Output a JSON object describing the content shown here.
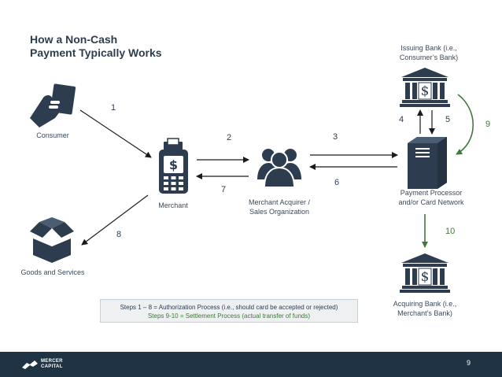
{
  "title": {
    "line1": "How a Non-Cash",
    "line2": "Payment Typically Works"
  },
  "nodes": {
    "consumer": {
      "label": "Consumer",
      "icon": "card-hand-icon"
    },
    "merchant": {
      "label": "Merchant",
      "icon": "pos-terminal-icon"
    },
    "acquirer": {
      "label_line1": "Merchant Acquirer /",
      "label_line2": "Sales Organization",
      "icon": "people-group-icon"
    },
    "processor": {
      "label_line1": "Payment Processor",
      "label_line2": "and/or Card Network",
      "icon": "server-icon"
    },
    "issuing_bank": {
      "label_line1": "Issuing Bank (i.e.,",
      "label_line2": "Consumer’s Bank)",
      "icon": "bank-icon"
    },
    "acquiring_bank": {
      "label_line1": "Acquiring Bank (i.e.,",
      "label_line2": "Merchant’s Bank)",
      "icon": "bank-icon"
    },
    "goods": {
      "label": "Goods and Services",
      "icon": "open-box-icon"
    }
  },
  "steps": {
    "s1": "1",
    "s2": "2",
    "s3": "3",
    "s4": "4",
    "s5": "5",
    "s6": "6",
    "s7": "7",
    "s8": "8",
    "s9": "9",
    "s10": "10"
  },
  "notes": {
    "line1": "Steps 1 – 8 = Authorization Process (i.e., should card be accepted or rejected)",
    "line2": "Steps 9-10 = Settlement Process (actual transfer of funds)"
  },
  "footer": {
    "logo_line1": "MERCER",
    "logo_line2": "CAPITAL",
    "page_number": "9"
  },
  "colors": {
    "icon": "#2d3d4f",
    "arrow": "#1a1a1a",
    "settlement_green": "#3d7a3a",
    "footer_bg": "#1f3344"
  }
}
